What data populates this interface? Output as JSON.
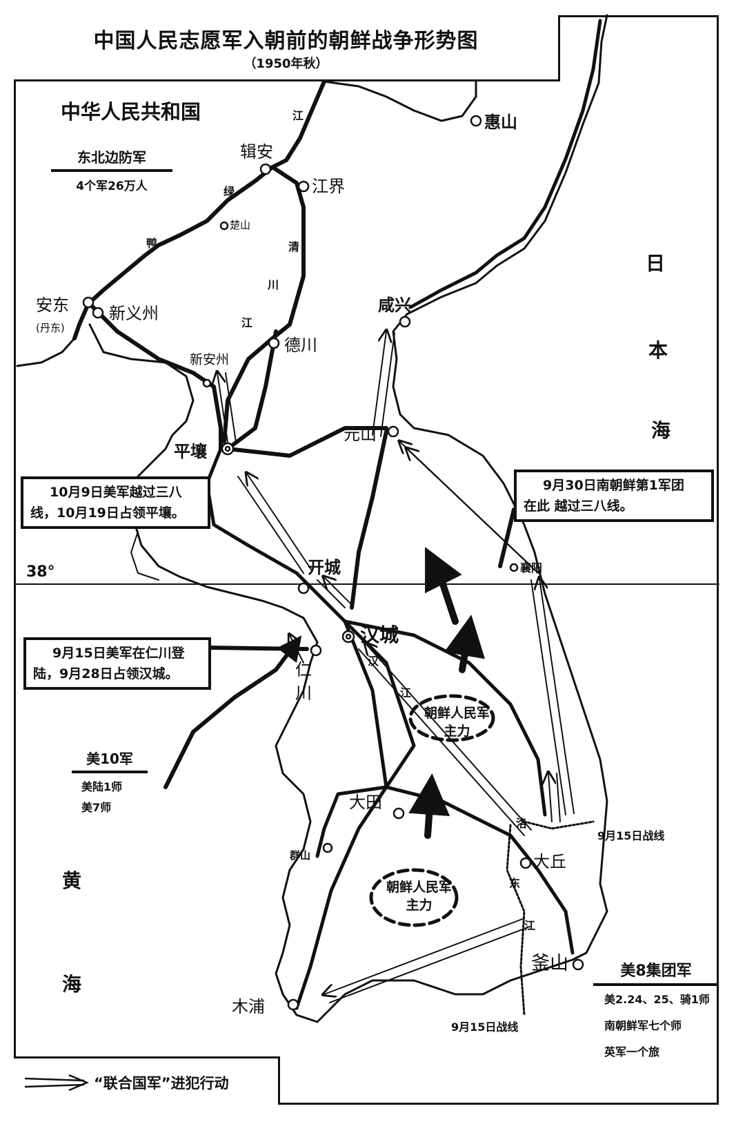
{
  "title": "中国人民志愿军入朝前的朝鲜战争形势图",
  "subtitle": "（1950年秋）",
  "regions": {
    "china": "中华人民共和国",
    "sea_of_japan": [
      "日",
      "本",
      "海"
    ],
    "yellow_sea": [
      "黄",
      "海"
    ]
  },
  "parallel_label": "38°",
  "northeast_army": {
    "heading": "东北边防军",
    "detail": "4个军26万人"
  },
  "cities": {
    "ji_an": "辑安",
    "jiangjie": "江界",
    "chushan": "楚山",
    "huishan": "惠山",
    "andong": "安东",
    "andong_alt": "(丹东)",
    "xinyizhou": "新义州",
    "xinanzhou": "新安州",
    "dechuan": "德川",
    "xianxing": "咸兴",
    "pyongyang": "平壤",
    "yuanshan": "元山",
    "kaicheng": "开城",
    "xiangyang": "襄阳",
    "hancheng": "汉城",
    "renchuan": [
      "仁",
      "川"
    ],
    "daitian": "大田",
    "qunshan": "群山",
    "daqiu": "大丘",
    "fushan": "釜山",
    "mupu": "木浦"
  },
  "rivers": {
    "yalu": [
      "江",
      "绿",
      "鸭"
    ],
    "qingchuan": [
      "清",
      "川",
      "江"
    ],
    "han": [
      "汉",
      "江"
    ],
    "luodong": [
      "洛",
      "东",
      "江"
    ]
  },
  "callouts": {
    "pyongyang": [
      "10月9日美军越过三八",
      "线，10月19日占领平壤。"
    ],
    "south_korea_1st": [
      "9月30日南朝鲜第1军团",
      "在此 越过三八线。"
    ],
    "incheon": [
      "9月15日美军在仁川登",
      "陆，9月28日占领汉城。"
    ]
  },
  "kpa_main_force": "朝鲜人民军\n主力",
  "kpa_main_force_lines": [
    "朝鲜人民军",
    "主力"
  ],
  "front_line_label": "9月15日战线",
  "us_10th_corps": {
    "heading": "美10军",
    "units": [
      "美陆1师",
      "美7师"
    ]
  },
  "us_8th_army": {
    "heading": "美8集团军",
    "units": [
      "美2.24、25、骑1师",
      "南朝鲜军七个师",
      "英军一个旅"
    ]
  },
  "legend": {
    "label": "“联合国军”进犯行动"
  }
}
